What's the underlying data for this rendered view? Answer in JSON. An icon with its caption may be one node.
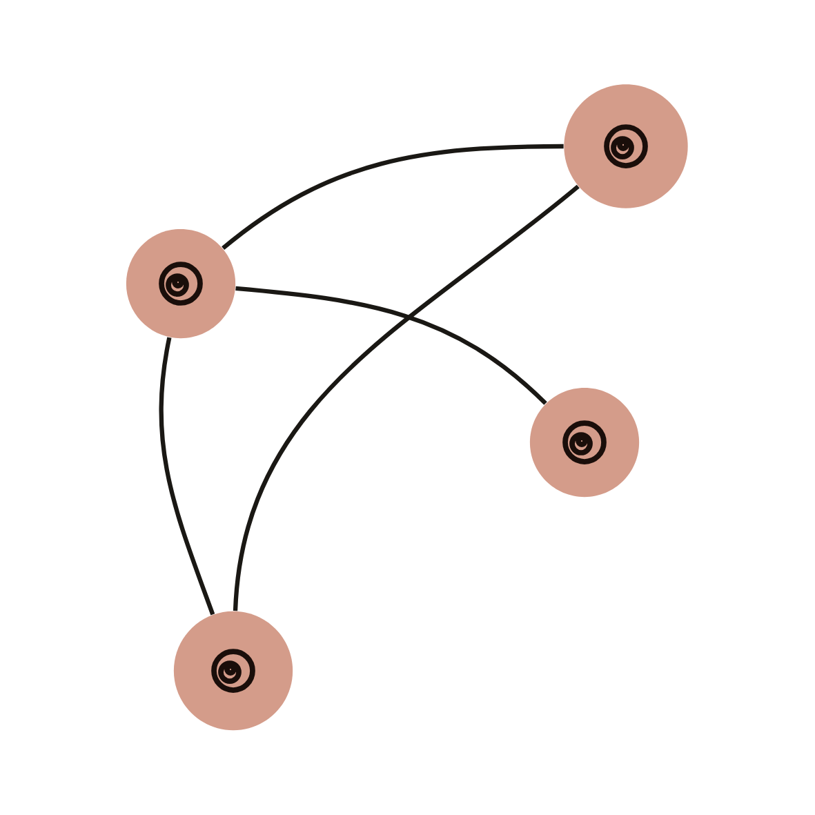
{
  "diagram": {
    "nodes": [
      {
        "text": [],
        "shape": "circle"
      },
      {
        "text": [],
        "shape": "circle"
      },
      {
        "text": [],
        "shape": "circle"
      },
      {
        "text": [],
        "shape": "circle"
      }
    ],
    "edges": [
      {
        "from": 1,
        "to": 0,
        "arrow": "none"
      },
      {
        "from": 1,
        "to": 2,
        "arrow": "none"
      },
      {
        "from": 1,
        "to": 3,
        "arrow": "none"
      },
      {
        "from": 3,
        "to": 0,
        "arrow": "none"
      }
    ]
  }
}
